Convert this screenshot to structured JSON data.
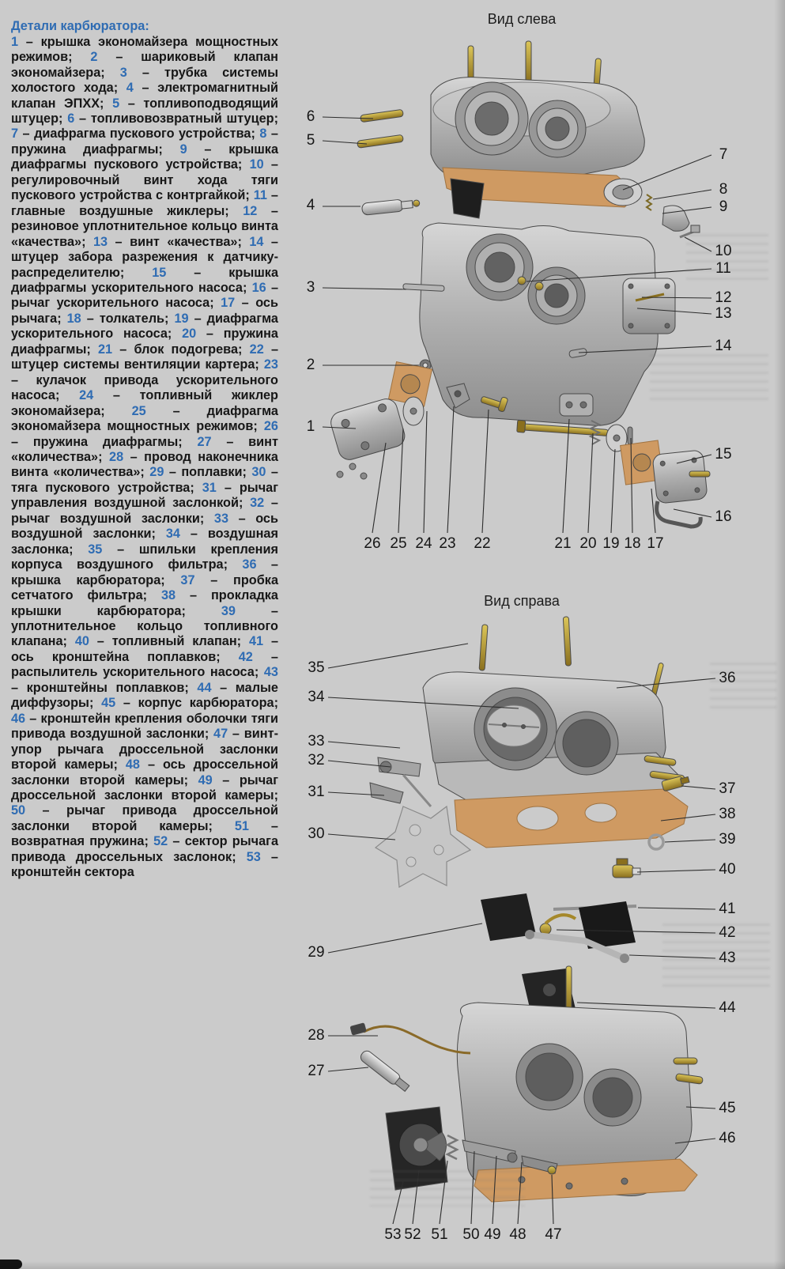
{
  "colors": {
    "page_bg": "#cbcbcb",
    "legend_blue": "#2f6cb3",
    "text": "#171717",
    "gasket_tan": "#cf9a62",
    "brass": "#b99a33",
    "metal_gray": "#a9a9a9"
  },
  "legend": {
    "title": "Детали карбюратора:",
    "dash": " – ",
    "end": "; ",
    "final_end": "",
    "items": [
      {
        "n": "1",
        "t": "крышка экономайзера мощностных режимов"
      },
      {
        "n": "2",
        "t": "шариковый клапан экономайзера"
      },
      {
        "n": "3",
        "t": "трубка системы холостого хода"
      },
      {
        "n": "4",
        "t": "электромагнитный клапан ЭПХХ"
      },
      {
        "n": "5",
        "t": "топливоподводящий штуцер"
      },
      {
        "n": "6",
        "t": "топливовозвратный штуцер"
      },
      {
        "n": "7",
        "t": "диафрагма пускового устройства"
      },
      {
        "n": "8",
        "t": "пружина диафрагмы"
      },
      {
        "n": "9",
        "t": "крышка диафрагмы пускового устройства"
      },
      {
        "n": "10",
        "t": "регулировочный винт хода тяги пускового устройства с контргайкой"
      },
      {
        "n": "11",
        "t": "главные воздушные жиклеры"
      },
      {
        "n": "12",
        "t": "резиновое уплотнительное кольцо винта «качества»"
      },
      {
        "n": "13",
        "t": "винт «качества»"
      },
      {
        "n": "14",
        "t": "штуцер забора разрежения к датчику-распределителю"
      },
      {
        "n": "15",
        "t": "крышка диафрагмы ускорительного насоса"
      },
      {
        "n": "16",
        "t": "рычаг ускорительного насоса"
      },
      {
        "n": "17",
        "t": "ось рычага"
      },
      {
        "n": "18",
        "t": "толкатель"
      },
      {
        "n": "19",
        "t": "диафрагма ускорительного насоса"
      },
      {
        "n": "20",
        "t": "пружина диафрагмы"
      },
      {
        "n": "21",
        "t": "блок подогрева"
      },
      {
        "n": "22",
        "t": "штуцер системы вентиляции картера"
      },
      {
        "n": "23",
        "t": "кулачок привода ускорительного насоса"
      },
      {
        "n": "24",
        "t": "топливный жиклер экономайзера"
      },
      {
        "n": "25",
        "t": "диафрагма экономайзера мощностных режимов"
      },
      {
        "n": "26",
        "t": "пружина диафрагмы"
      },
      {
        "n": "27",
        "t": "винт «количества»"
      },
      {
        "n": "28",
        "t": "провод наконечника винта «количества»"
      },
      {
        "n": "29",
        "t": "поплавки"
      },
      {
        "n": "30",
        "t": "тяга пускового устройства"
      },
      {
        "n": "31",
        "t": "рычаг управления воздушной заслонкой"
      },
      {
        "n": "32",
        "t": "рычаг воздушной заслонки"
      },
      {
        "n": "33",
        "t": "ось воздушной заслонки"
      },
      {
        "n": "34",
        "t": "воздушная заслонка"
      },
      {
        "n": "35",
        "t": "шпильки крепления корпуса воздушного фильтра"
      },
      {
        "n": "36",
        "t": "крышка карбюратора"
      },
      {
        "n": "37",
        "t": "пробка сетчатого фильтра"
      },
      {
        "n": "38",
        "t": "прокладка крышки карбюратора"
      },
      {
        "n": "39",
        "t": "уплотнительное кольцо топливного клапана"
      },
      {
        "n": "40",
        "t": "топливный клапан"
      },
      {
        "n": "41",
        "t": "ось кронштейна поплавков"
      },
      {
        "n": "42",
        "t": "распылитель ускорительного насоса"
      },
      {
        "n": "43",
        "t": "кронштейны поплавков"
      },
      {
        "n": "44",
        "t": "малые диффузоры"
      },
      {
        "n": "45",
        "t": "корпус карбюратора"
      },
      {
        "n": "46",
        "t": "кронштейн крепления оболочки тяги привода воздушной заслонки"
      },
      {
        "n": "47",
        "t": "винт-упор рычага дроссельной заслонки второй камеры"
      },
      {
        "n": "48",
        "t": "ось дроссельной заслонки второй камеры"
      },
      {
        "n": "49",
        "t": "рычаг дроссельной заслонки второй камеры"
      },
      {
        "n": "50",
        "t": "рычаг привода дроссельной заслонки второй камеры"
      },
      {
        "n": "51",
        "t": "возвратная пружина"
      },
      {
        "n": "52",
        "t": "сектор рычага привода дроссельных заслонок"
      },
      {
        "n": "53",
        "t": "кронштейн сектора"
      }
    ]
  },
  "figures": [
    {
      "title": "Вид слева",
      "callouts_left": [
        "6",
        "5",
        "4",
        "3",
        "2",
        "1"
      ],
      "callouts_right": [
        "7",
        "8",
        "9",
        "10",
        "11",
        "12",
        "13",
        "14",
        "15",
        "16"
      ],
      "callouts_bottom": [
        "26",
        "25",
        "24",
        "23",
        "22",
        "21",
        "20",
        "19",
        "18",
        "17"
      ]
    },
    {
      "title": "Вид справа",
      "callouts_left": [
        "35",
        "34",
        "33",
        "32",
        "31",
        "30",
        "29",
        "28",
        "27"
      ],
      "callouts_right": [
        "36",
        "37",
        "38",
        "39",
        "40",
        "41",
        "42",
        "43",
        "44",
        "45",
        "46"
      ],
      "callouts_bottom": [
        "53",
        "52",
        "51",
        "50",
        "49",
        "48",
        "47"
      ]
    }
  ]
}
